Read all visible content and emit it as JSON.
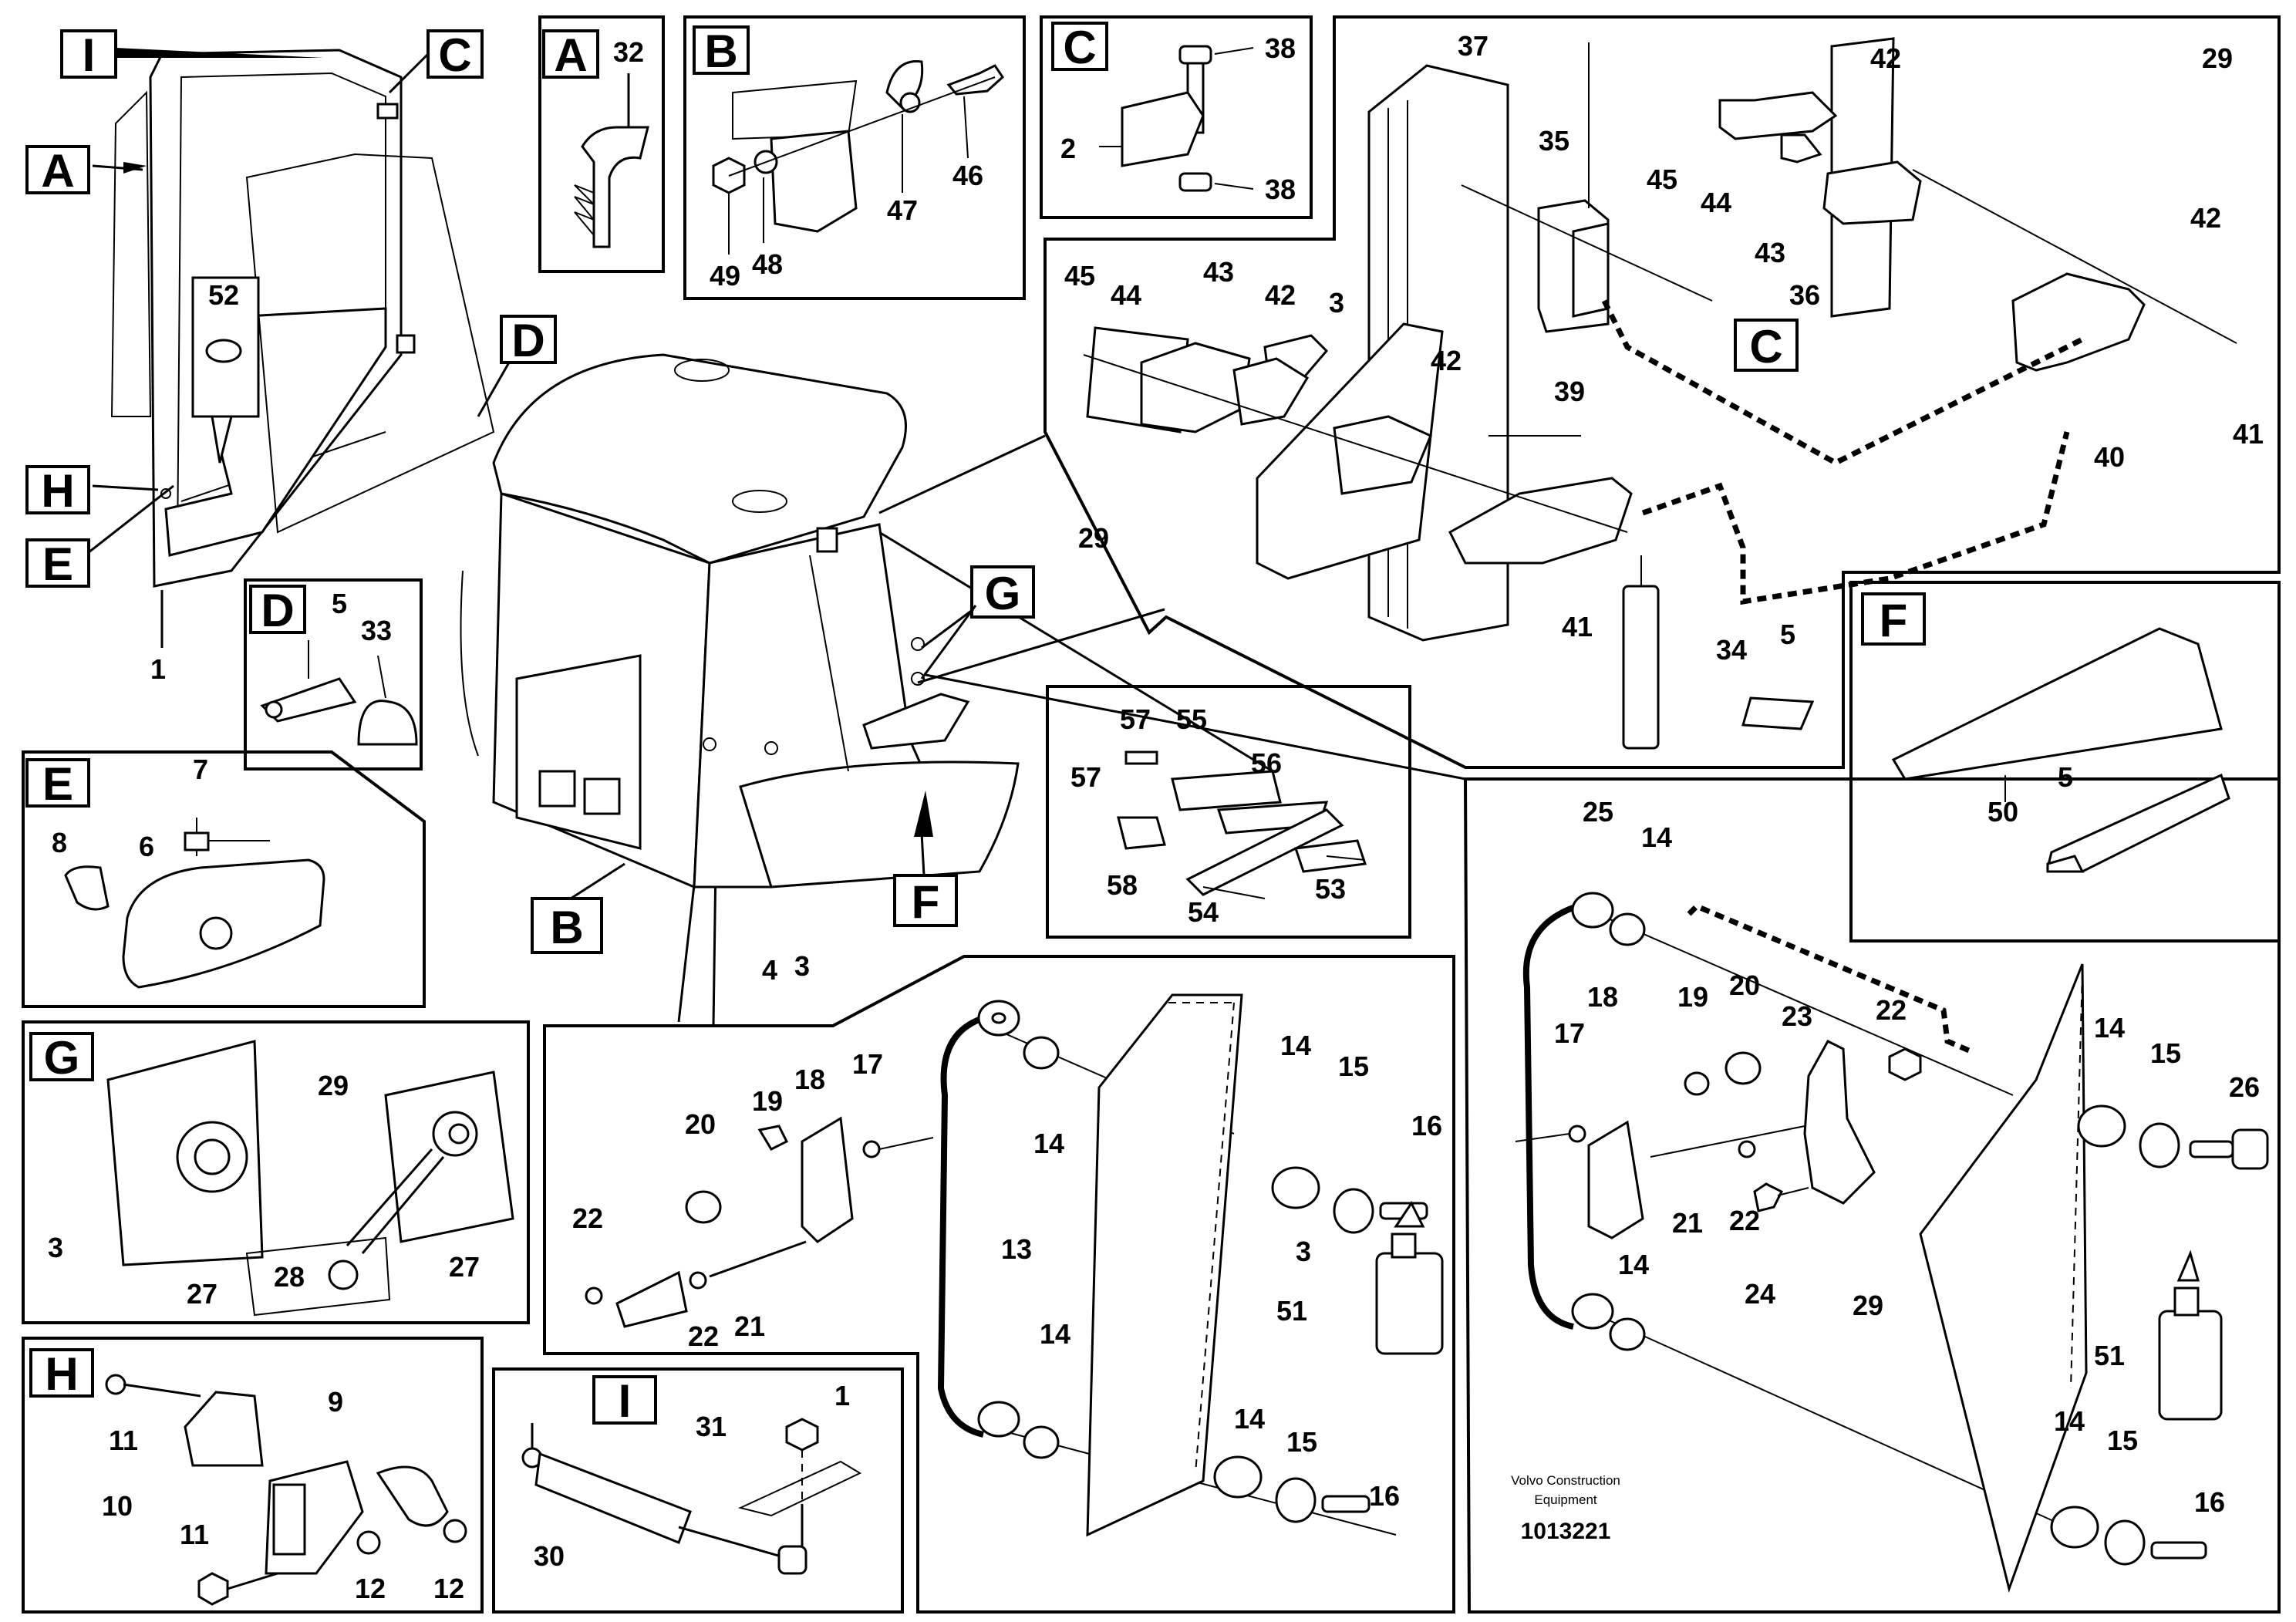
{
  "manufacturer": "Volvo Construction",
  "manufacturer_line2": "Equipment",
  "document_number": "1013221",
  "detail_letters": {
    "A": "A",
    "B": "B",
    "C": "C",
    "D": "D",
    "E": "E",
    "F": "F",
    "G": "G",
    "H": "H",
    "I": "I"
  },
  "part_numbers": {
    "n1": "1",
    "n2": "2",
    "n3": "3",
    "n4": "4",
    "n5": "5",
    "n6": "6",
    "n7": "7",
    "n8": "8",
    "n9": "9",
    "n10": "10",
    "n11": "11",
    "n12": "12",
    "n13": "13",
    "n14": "14",
    "n15": "15",
    "n16": "16",
    "n17": "17",
    "n18": "18",
    "n19": "19",
    "n20": "20",
    "n21": "21",
    "n22": "22",
    "n23": "23",
    "n24": "24",
    "n25": "25",
    "n26": "26",
    "n27": "27",
    "n28": "28",
    "n29": "29",
    "n30": "30",
    "n31": "31",
    "n32": "32",
    "n33": "33",
    "n34": "34",
    "n35": "35",
    "n36": "36",
    "n37": "37",
    "n38": "38",
    "n39": "39",
    "n40": "40",
    "n41": "41",
    "n42": "42",
    "n43": "43",
    "n44": "44",
    "n45": "45",
    "n46": "46",
    "n47": "47",
    "n48": "48",
    "n49": "49",
    "n50": "50",
    "n51": "51",
    "n52": "52",
    "n53": "53",
    "n54": "54",
    "n55": "55",
    "n56": "56",
    "n57": "57",
    "n58": "58"
  }
}
